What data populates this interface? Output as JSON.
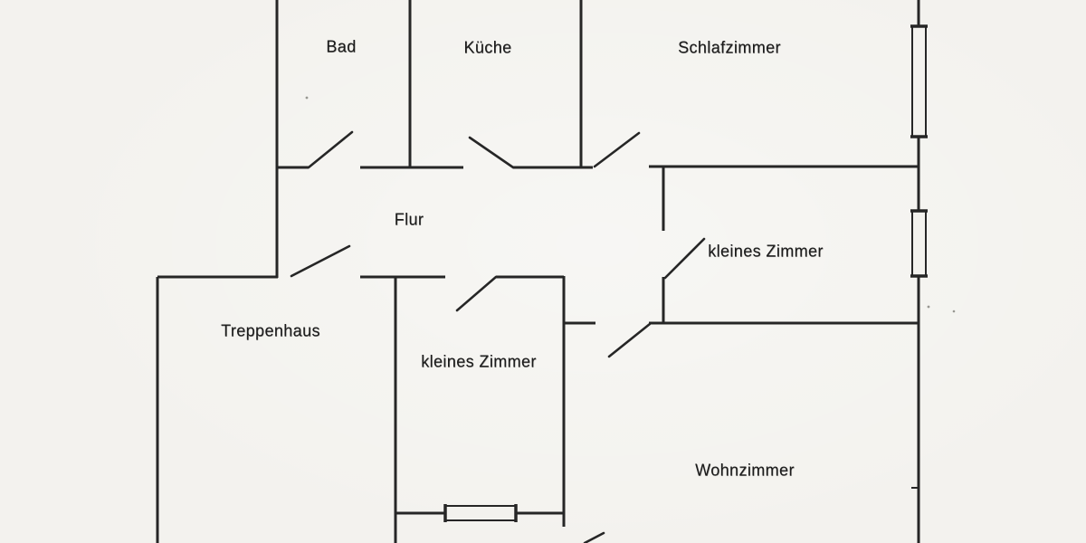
{
  "document": {
    "type": "floor-plan-scan",
    "language": "de"
  },
  "colors": {
    "paper": "#f3f2ee",
    "ink": "#262626",
    "text": "#1b1b1b"
  },
  "rooms": [
    {
      "id": "bad",
      "label": "Bad"
    },
    {
      "id": "kueche",
      "label": "Küche"
    },
    {
      "id": "schlafzimmer",
      "label": "Schlafzimmer"
    },
    {
      "id": "flur",
      "label": "Flur"
    },
    {
      "id": "kleines-zimmer-rechts",
      "label": "kleines Zimmer"
    },
    {
      "id": "treppenhaus",
      "label": "Treppenhaus"
    },
    {
      "id": "kleines-zimmer-mitte",
      "label": "kleines Zimmer"
    },
    {
      "id": "wohnzimmer",
      "label": "Wohnzimmer"
    }
  ]
}
